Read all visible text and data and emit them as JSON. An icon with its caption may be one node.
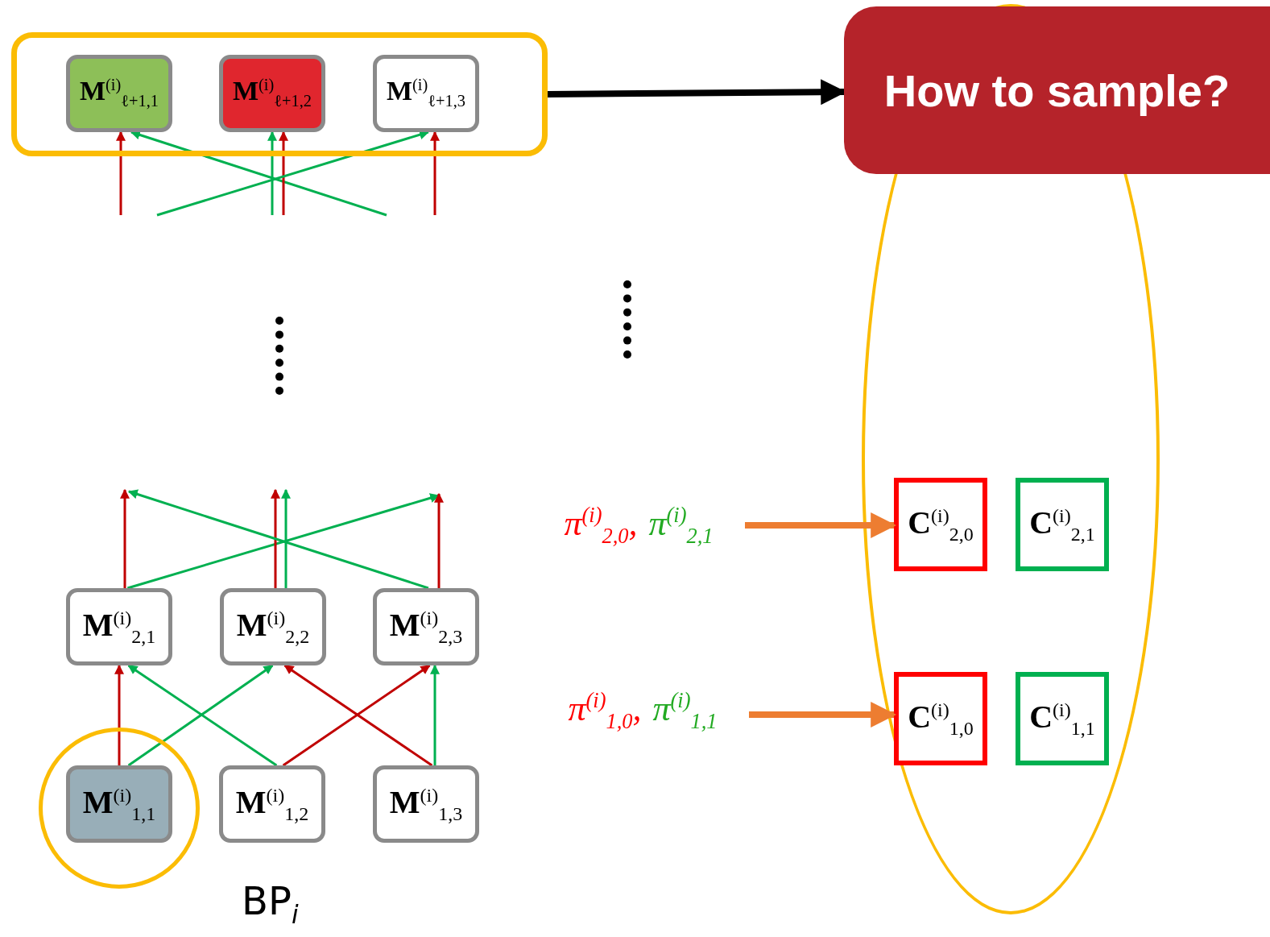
{
  "diagram": {
    "nodes": [
      {
        "text": [],
        "shape": "box"
      },
      {
        "text": [
          "**M**$^{(i)}$$_{ℓ+1,1}$"
        ],
        "in": 0
      },
      {
        "text": [
          "**M**$^{(i)}$$_{ℓ+1,2}$"
        ],
        "in": 0
      },
      {
        "text": [
          "**M**$^{(i)}$$_{ℓ+1,3}$"
        ],
        "in": 0
      },
      {
        "text": [
          "How to sample?"
        ]
      },
      {
        "text": [],
        "shape": "ellipse"
      },
      {
        "text": [
          "**M**$^{(i)}$$_{2,1}$"
        ]
      },
      {
        "text": [
          "**M**$^{(i)}$$_{2,2}$"
        ]
      },
      {
        "text": [
          "**M**$^{(i)}$$_{2,3}$"
        ]
      },
      {
        "text": [],
        "shape": "circle"
      },
      {
        "text": [
          "**M**$^{(i)}$$_{1,1}$"
        ],
        "in": 9
      },
      {
        "text": [
          "**M**$^{(i)}$$_{1,2}$"
        ]
      },
      {
        "text": [
          "**M**$^{(i)}$$_{1,3}$"
        ]
      },
      {
        "text": [
          "π$^{(i)}$$_{2,0}$,",
          "π$^{(i)}$$_{2,1}$"
        ]
      },
      {
        "text": [
          "**C**$^{(i)}$$_{2,0}$"
        ],
        "in": 5
      },
      {
        "text": [
          "**C**$^{(i)}$$_{2,1}$"
        ],
        "in": 5
      },
      {
        "text": [
          "π$^{(i)}$$_{1,0}$,",
          "π$^{(i)}$$_{1,1}$"
        ]
      },
      {
        "text": [
          "**C**$^{(i)}$$_{1,0}$"
        ],
        "in": 5
      },
      {
        "text": [
          "**C**$^{(i)}$$_{1,1}$"
        ],
        "in": 5
      }
    ],
    "edges": [
      {
        "from": 0,
        "to": 4,
        "arrow": "to",
        "style": "thick",
        "color": "#000000"
      },
      {
        "from": 10,
        "to": 6,
        "arrow": "to",
        "color": "#c00000"
      },
      {
        "from": 10,
        "to": 7,
        "arrow": "to",
        "color": "#00b050"
      },
      {
        "from": 11,
        "to": 6,
        "arrow": "to",
        "color": "#00b050"
      },
      {
        "from": 11,
        "to": 8,
        "arrow": "to",
        "color": "#c00000"
      },
      {
        "from": 12,
        "to": 7,
        "arrow": "to",
        "color": "#c00000"
      },
      {
        "from": 12,
        "to": 8,
        "arrow": "to",
        "color": "#00b050"
      },
      {
        "from": 6,
        "to": null,
        "arrow": "to",
        "color": "#c00000"
      },
      {
        "from": 6,
        "to": null,
        "arrow": "to",
        "color": "#00b050"
      },
      {
        "from": 7,
        "to": null,
        "arrow": "to",
        "color": "#c00000"
      },
      {
        "from": 7,
        "to": null,
        "arrow": "to",
        "color": "#00b050"
      },
      {
        "from": 8,
        "to": null,
        "arrow": "to",
        "color": "#c00000"
      },
      {
        "from": 8,
        "to": null,
        "arrow": "to",
        "color": "#00b050"
      },
      {
        "from": null,
        "to": 1,
        "arrow": "to",
        "color": "#c00000"
      },
      {
        "from": null,
        "to": 1,
        "arrow": "to",
        "color": "#00b050"
      },
      {
        "from": null,
        "to": 2,
        "arrow": "to",
        "color": "#00b050"
      },
      {
        "from": null,
        "to": 2,
        "arrow": "to",
        "color": "#c00000"
      },
      {
        "from": null,
        "to": 3,
        "arrow": "to",
        "color": "#00b050"
      },
      {
        "from": null,
        "to": 3,
        "arrow": "to",
        "color": "#c00000"
      },
      {
        "from": 13,
        "to": 14,
        "arrow": "to",
        "style": "thick",
        "color": "#ed7d31"
      },
      {
        "from": 16,
        "to": 17,
        "arrow": "to",
        "style": "thick",
        "color": "#ed7d31"
      }
    ],
    "labels": [
      "BP$_{i}$"
    ]
  }
}
